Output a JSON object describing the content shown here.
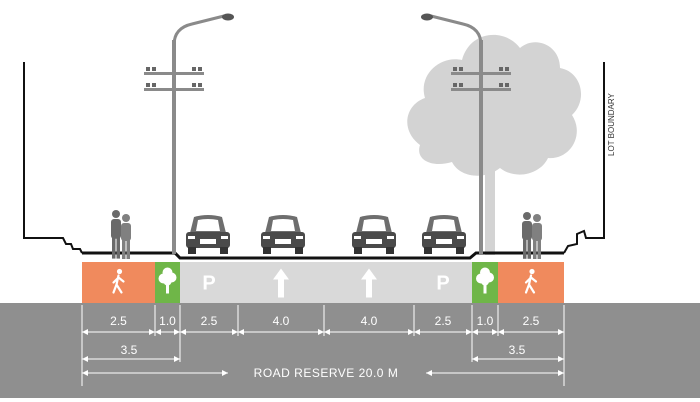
{
  "colors": {
    "footpath": "#f08a5d",
    "verge": "#6fb648",
    "parking": "#d9d9d9",
    "lane": "#d9d9d9",
    "ground": "#8f8f8f",
    "line": "#111111",
    "pole": "#8a8a8a",
    "tree": "#d3d3d3"
  },
  "icons": {
    "footpath": "pedestrian-icon",
    "verge": "tree-icon",
    "parking": "parking-icon",
    "lane": "arrow-up-icon"
  },
  "sections": [
    {
      "type": "footpath",
      "label": "2.5"
    },
    {
      "type": "verge",
      "label": "1.0"
    },
    {
      "type": "parking",
      "label": "2.5",
      "glyph": "P"
    },
    {
      "type": "lane",
      "label": "4.0"
    },
    {
      "type": "lane",
      "label": "4.0"
    },
    {
      "type": "parking",
      "label": "2.5",
      "glyph": "P"
    },
    {
      "type": "verge",
      "label": "1.0"
    },
    {
      "type": "footpath",
      "label": "2.5"
    }
  ],
  "subtotals": {
    "left": "3.5",
    "right": "3.5"
  },
  "reserve_label": "ROAD RESERVE 20.0 M",
  "lot_boundary_label": "LOT BOUNDARY"
}
